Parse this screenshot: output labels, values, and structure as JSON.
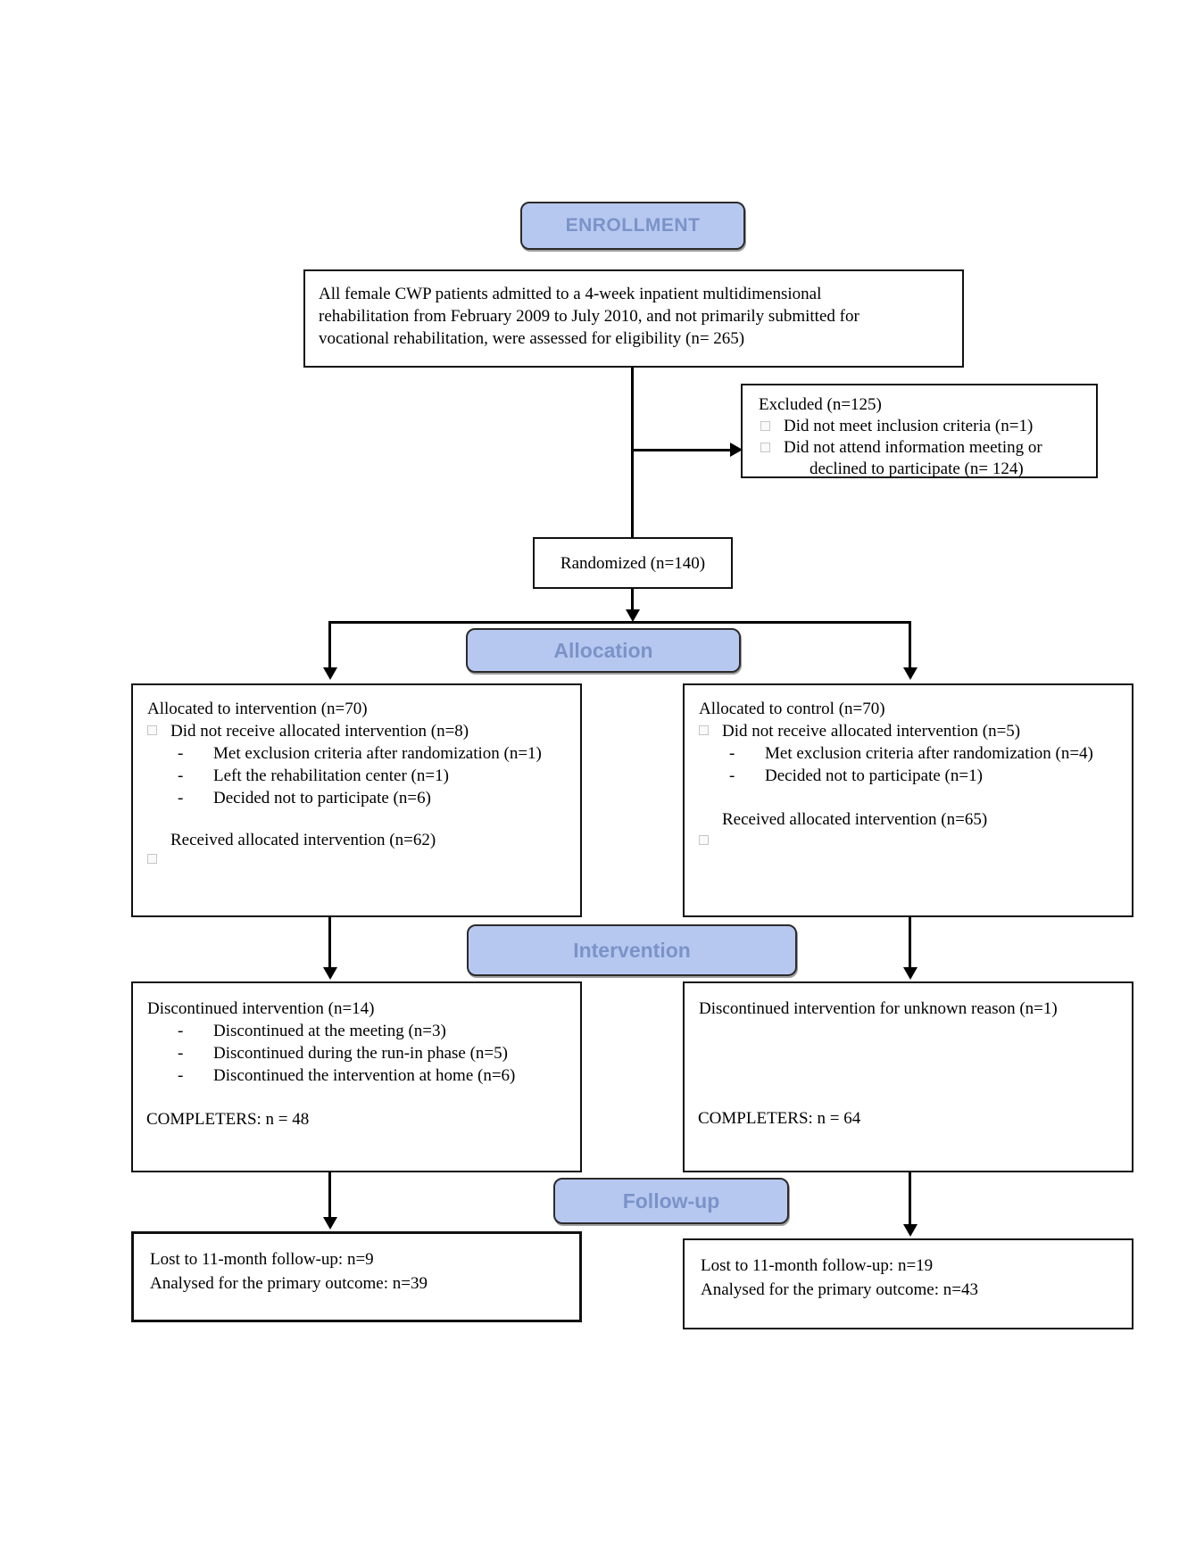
{
  "banners": {
    "enrollment": "ENROLLMENT",
    "allocation": "Allocation",
    "intervention": "Intervention",
    "follow_up": "Follow-up"
  },
  "glyphs": {
    "dash": "-"
  },
  "colors": {
    "banner_fill": "#b7c8f0",
    "banner_text": "#7b93c8",
    "box_border": "#111111",
    "line_color": "#000000"
  },
  "eligibility": {
    "text": "All female CWP patients admitted to a 4-week inpatient multidimensional rehabilitation from February 2009 to July 2010, and not primarily submitted for vocational rehabilitation, were assessed for eligibility (n= 265)"
  },
  "excluded": {
    "title": "Excluded (n=125)",
    "items": [
      "Did not meet inclusion criteria (n=1)",
      "Did not attend information meeting or declined to participate (n= 124)"
    ]
  },
  "randomized": {
    "text": "Randomized (n=140)"
  },
  "allocation_left": {
    "title": "Allocated to intervention (n=70)",
    "not_received": "Did not receive allocated intervention (n=8)",
    "reasons": [
      "Met exclusion criteria after randomization (n=1)",
      "Left the rehabilitation center (n=1)",
      "Decided not to participate (n=6)"
    ],
    "received": "Received allocated intervention (n=62)"
  },
  "allocation_right": {
    "title": "Allocated to control (n=70)",
    "not_received": "Did not receive allocated intervention (n=5)",
    "reasons": [
      "Met exclusion criteria after randomization (n=4)",
      "Decided not to participate (n=1)"
    ],
    "received": "Received allocated intervention (n=65)"
  },
  "intervention_left": {
    "title": "Discontinued intervention (n=14)",
    "reasons": [
      "Discontinued at the meeting (n=3)",
      "Discontinued during the run-in phase (n=5)",
      "Discontinued the intervention at home (n=6)"
    ],
    "completers": "COMPLETERS: n = 48"
  },
  "intervention_right": {
    "title": "Discontinued intervention for unknown reason (n=1)",
    "completers": "COMPLETERS: n = 64"
  },
  "followup_left": {
    "lines": [
      "Lost to 11-month follow-up: n=9",
      "Analysed for the primary outcome: n=39"
    ]
  },
  "followup_right": {
    "lines": [
      "Lost to 11-month follow-up: n=19",
      "Analysed for the primary outcome: n=43"
    ]
  }
}
